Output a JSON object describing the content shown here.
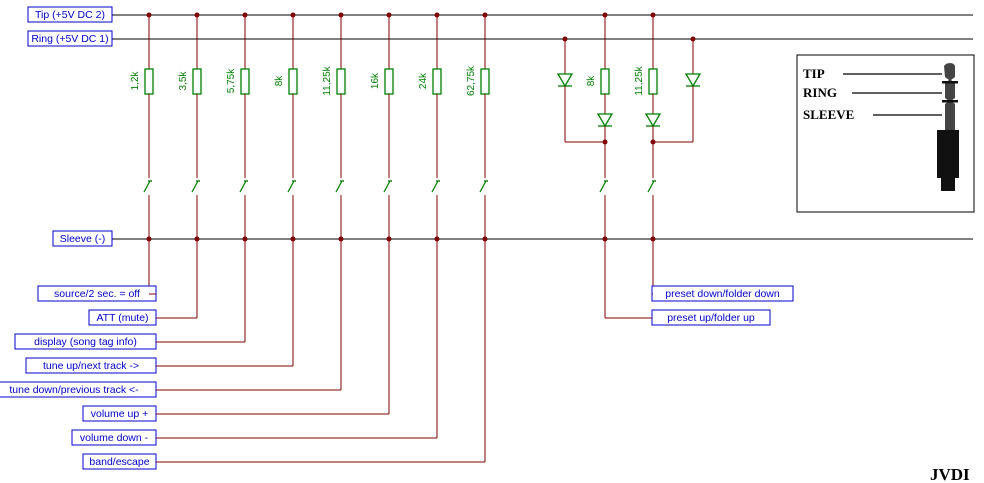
{
  "rails": {
    "tip": "Tip (+5V DC 2)",
    "ring": "Ring (+5V DC 1)",
    "sleeve": "Sleeve (-)"
  },
  "branches": [
    {
      "resistor": "1,2k",
      "function": "source/2 sec. = off"
    },
    {
      "resistor": "3,5k",
      "function": "ATT (mute)"
    },
    {
      "resistor": "5,75k",
      "function": "display (song tag info)"
    },
    {
      "resistor": "8k",
      "function": "tune up/next track ->"
    },
    {
      "resistor": "11,25k",
      "function": "tune down/previous track <-"
    },
    {
      "resistor": "16k",
      "function": "volume up +"
    },
    {
      "resistor": "24k",
      "function": "volume down -"
    },
    {
      "resistor": "62,75k",
      "function": "band/escape"
    }
  ],
  "diode_branches": [
    {
      "resistor": "8k",
      "function": "preset up/folder up"
    },
    {
      "resistor": "11,25k",
      "function": "preset down/folder down"
    }
  ],
  "plug": {
    "tip": "TIP",
    "ring": "RING",
    "sleeve": "SLEEVE"
  },
  "signature": "JVDI",
  "colors": {
    "wire": "#000000",
    "component": "#008000",
    "label": "#0000cc",
    "junction": "#800000"
  }
}
